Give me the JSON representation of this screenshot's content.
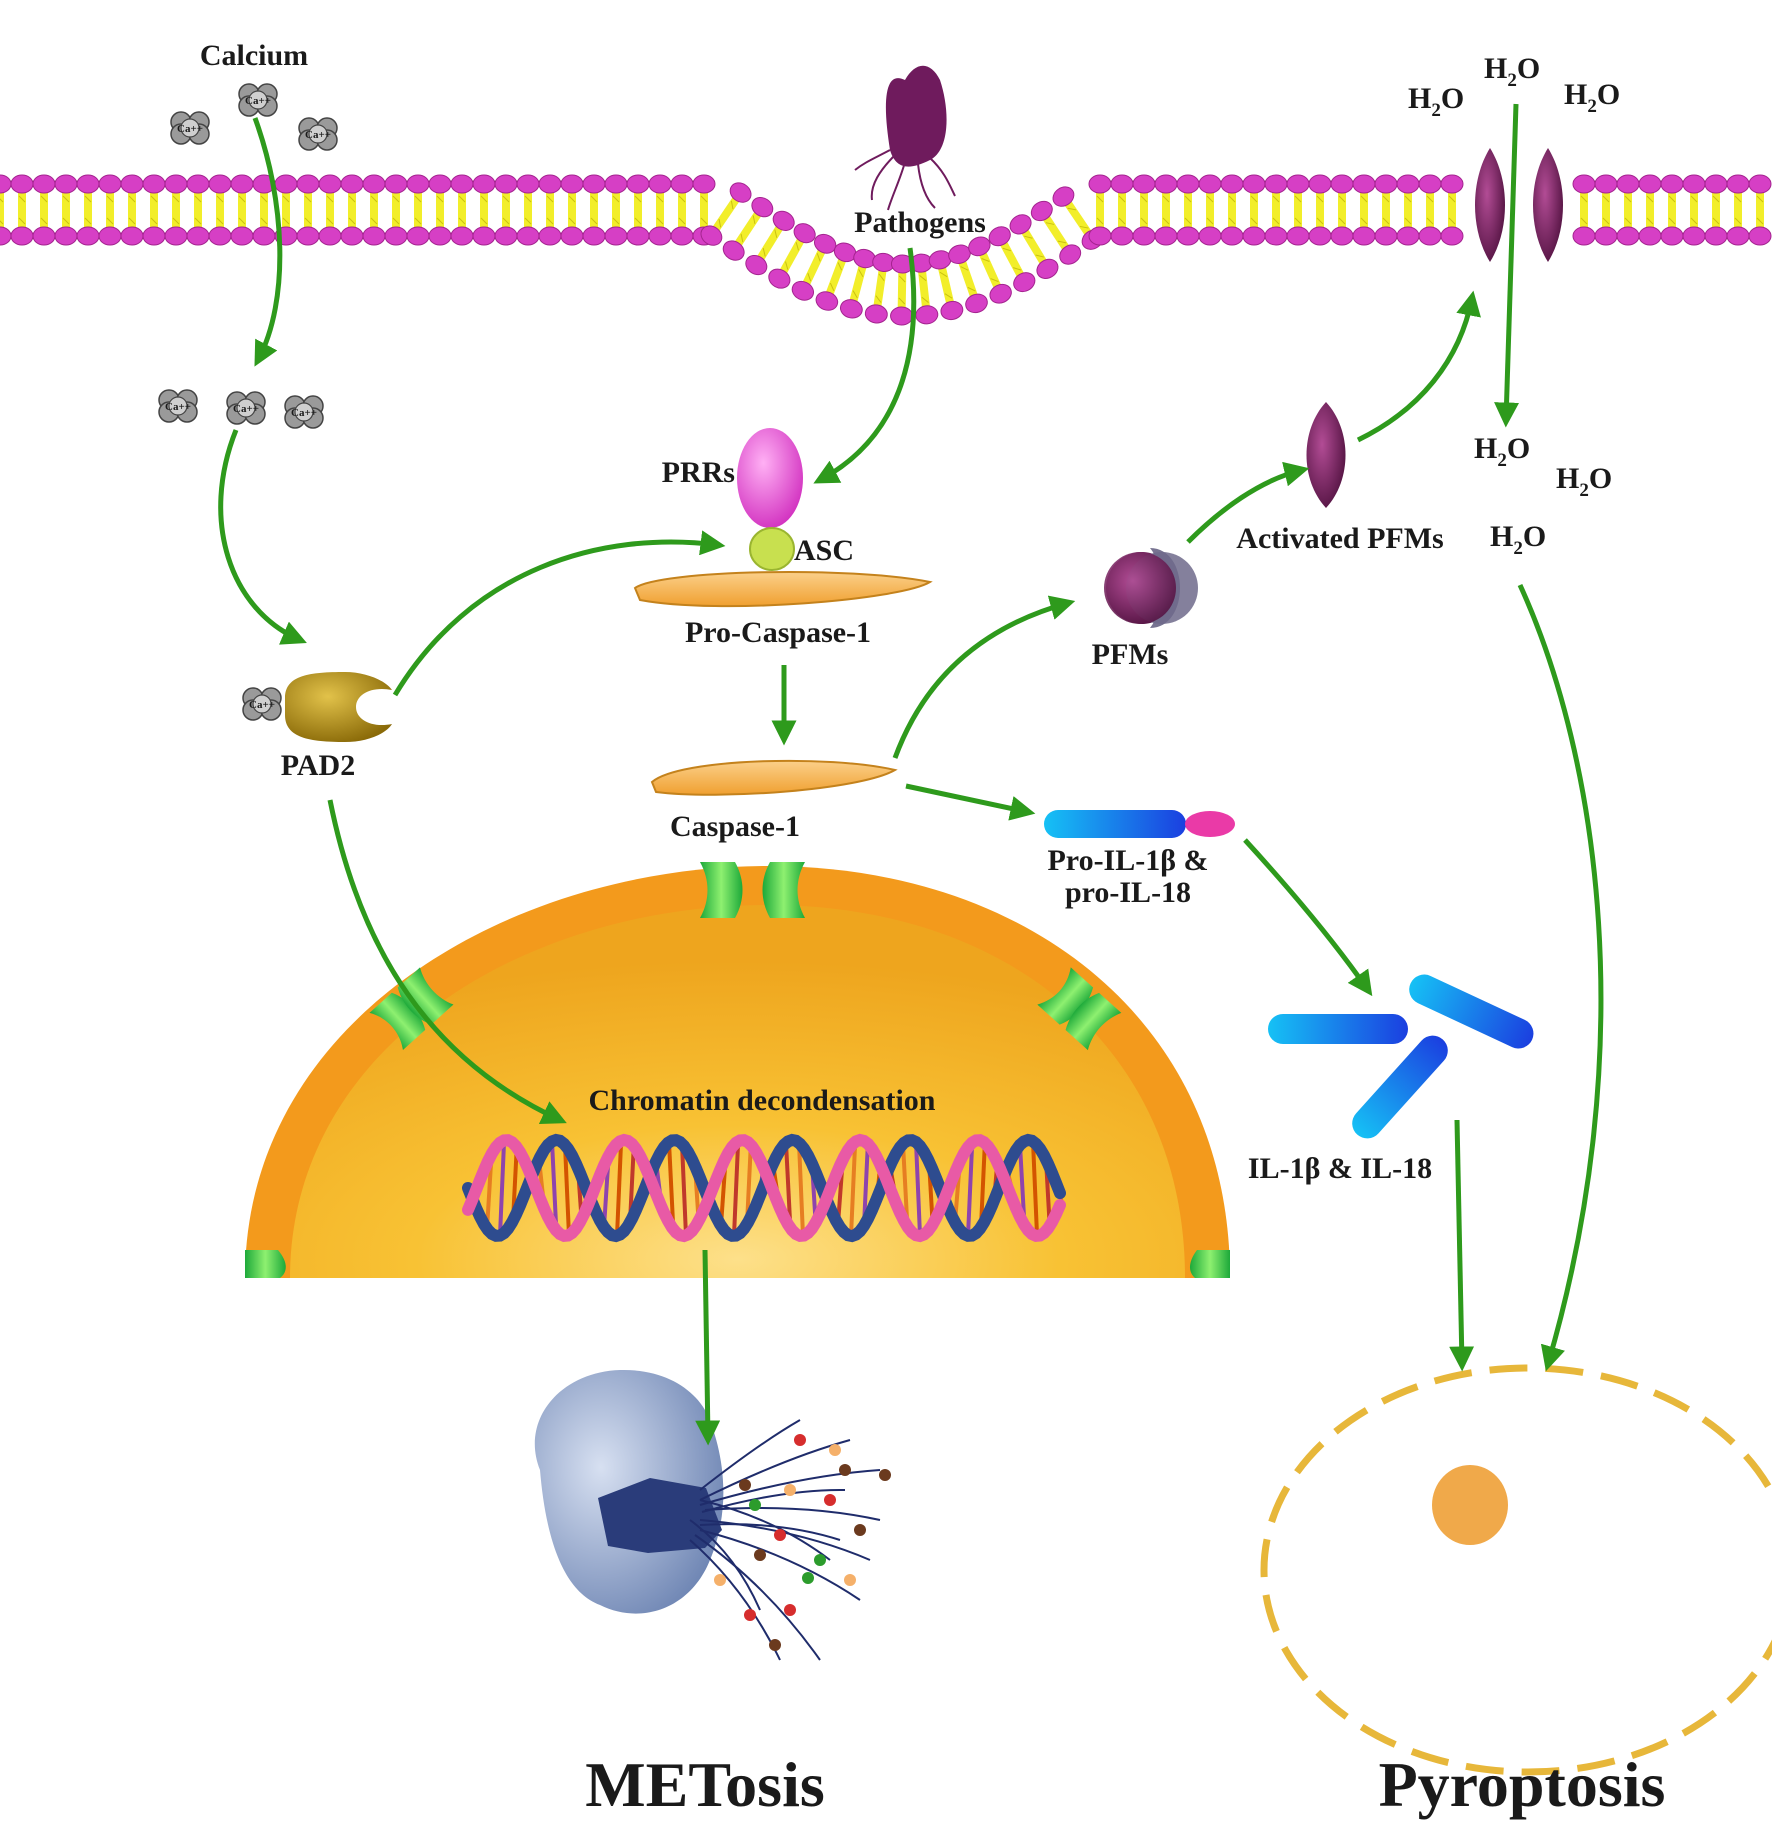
{
  "labels": {
    "calcium": "Calcium",
    "pathogens": "Pathogens",
    "prrs": "PRRs",
    "asc": "ASC",
    "pro_caspase": "Pro-Caspase-1",
    "caspase": "Caspase-1",
    "pad2": "PAD2",
    "pfms": "PFMs",
    "activated_pfms": "Activated PFMs",
    "pro_il": "Pro-IL-1β &",
    "pro_il_2": "pro-IL-18",
    "il": "IL-1β & IL-18",
    "chromatin": "Chromatin decondensation",
    "metosis": "METosis",
    "pyroptosis": "Pyroptosis",
    "ca_ion": "Ca++",
    "water_main": "H",
    "water_sub": "2",
    "water_end": "O"
  },
  "colors": {
    "arrow": "#2e9a1c",
    "lipid_head": "#d63fc5",
    "lipid_tail": "#f2ee2a",
    "nucleus": "#f39a1c",
    "nucleus_inner": "#f7c035",
    "pore": "#6b1b55",
    "caspase": "#f6b34a",
    "prr": "#e854d8",
    "asc": "#c6e050",
    "il_blue": "#2d6ff0",
    "pyro_dash": "#e9b93a",
    "pyro_nucleus": "#f0a94a"
  }
}
